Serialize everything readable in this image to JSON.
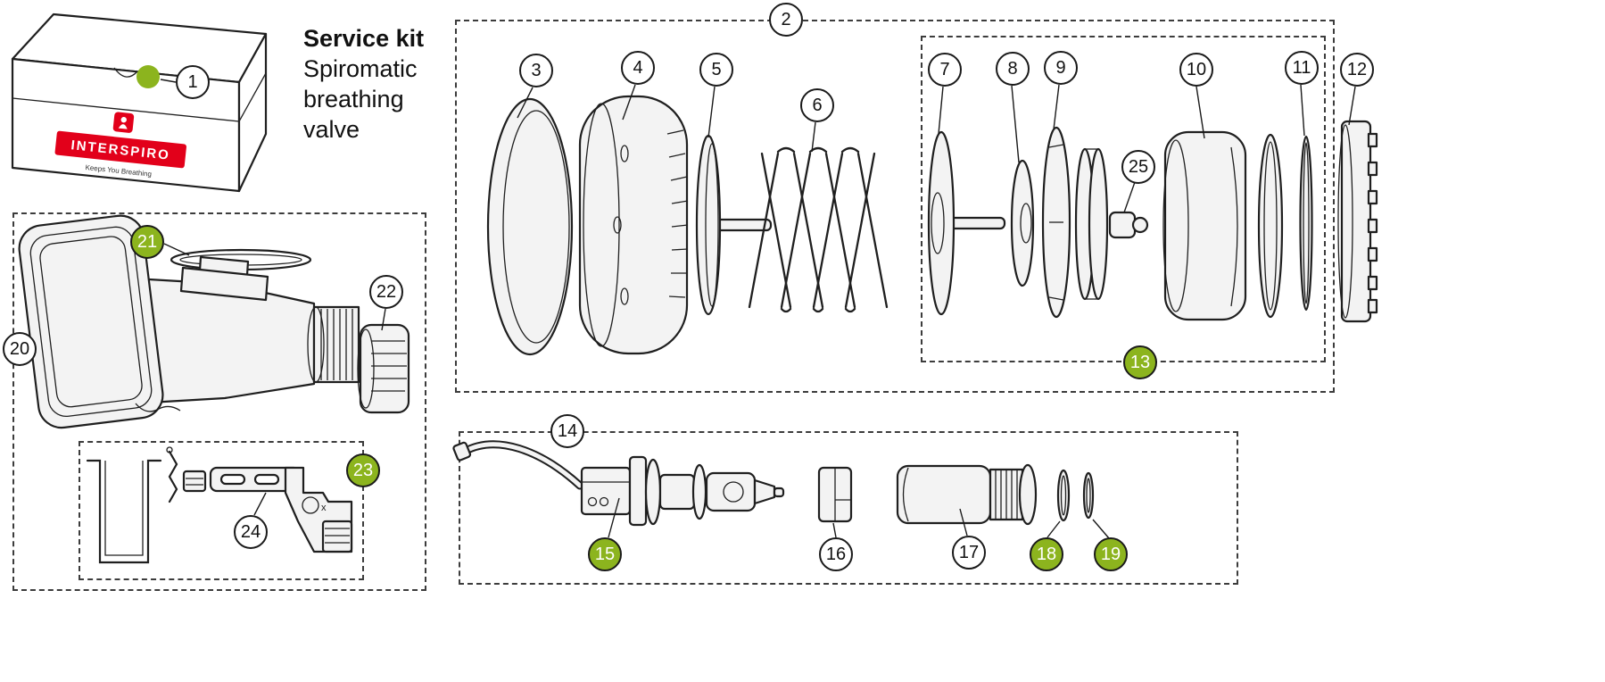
{
  "colors": {
    "accent_green": "#8CB41E",
    "brand_red": "#E2001A",
    "line": "#1A1A1A"
  },
  "title": {
    "heading": "Service kit",
    "line1": "Spiromatic",
    "line2": "breathing",
    "line3": "valve"
  },
  "brand": {
    "name": "INTERSPIRO",
    "tagline": "Keeps You Breathing"
  },
  "annotations": {
    "lever_mark": "x"
  },
  "callouts": [
    {
      "num": "1",
      "green": false
    },
    {
      "num": "2",
      "green": false
    },
    {
      "num": "3",
      "green": false
    },
    {
      "num": "4",
      "green": false
    },
    {
      "num": "5",
      "green": false
    },
    {
      "num": "6",
      "green": false
    },
    {
      "num": "7",
      "green": false
    },
    {
      "num": "8",
      "green": false
    },
    {
      "num": "9",
      "green": false
    },
    {
      "num": "10",
      "green": false
    },
    {
      "num": "11",
      "green": false
    },
    {
      "num": "12",
      "green": false
    },
    {
      "num": "13",
      "green": true
    },
    {
      "num": "14",
      "green": false
    },
    {
      "num": "15",
      "green": true
    },
    {
      "num": "16",
      "green": false
    },
    {
      "num": "17",
      "green": false
    },
    {
      "num": "18",
      "green": true
    },
    {
      "num": "19",
      "green": true
    },
    {
      "num": "20",
      "green": false
    },
    {
      "num": "21",
      "green": true
    },
    {
      "num": "22",
      "green": false
    },
    {
      "num": "23",
      "green": true
    },
    {
      "num": "24",
      "green": false
    },
    {
      "num": "25",
      "green": false
    }
  ]
}
